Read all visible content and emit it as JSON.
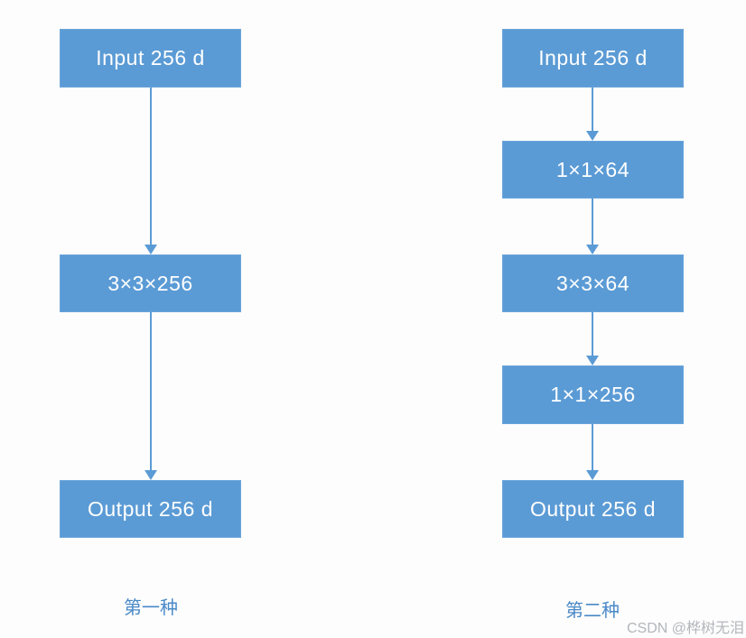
{
  "diagram": {
    "title_semantic": "residual-block-comparison-flowchart",
    "box_fill_color": "#5b9bd5",
    "box_text_color": "#ffffff",
    "arrow_color": "#5b9bd5",
    "label_color": "#4a89c7",
    "columns": [
      {
        "label": "第一种",
        "boxes": [
          "Input 256 d",
          "3×3×256",
          "Output 256 d"
        ]
      },
      {
        "label": "第二种",
        "boxes": [
          "Input 256 d",
          "1×1×64",
          "3×3×64",
          "1×1×256",
          "Output 256 d"
        ]
      }
    ]
  },
  "watermark": {
    "text": "CSDN @桦树无泪",
    "color": "#b3b6bb"
  }
}
